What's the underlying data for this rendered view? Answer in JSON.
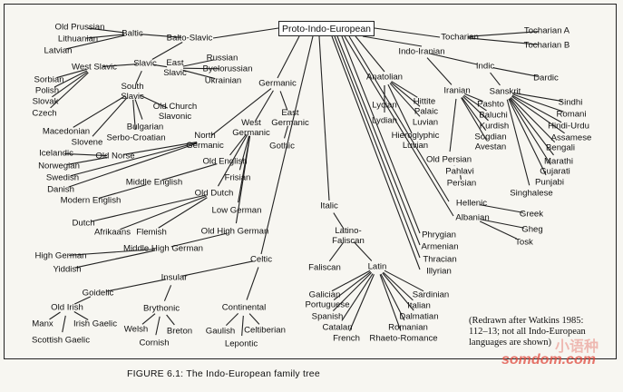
{
  "figure": {
    "root": "Proto-Indo-European",
    "caption": "FIGURE 6.1: The Indo-European family tree",
    "note": "(Redrawn after Watkins 1985:\n112–13; not all Indo-European\nlanguages are shown)",
    "watermark_latin": "somdom.com",
    "watermark_cjk": "小语种"
  },
  "languages": {
    "baltic": "Baltic",
    "balto_slavic": "Balto-Slavic",
    "old_prussian": "Old Prussian",
    "lithuanian": "Lithuanian",
    "latvian": "Latvian",
    "slavic": "Slavic",
    "west_slavic": "West Slavic",
    "east_slavic": "East\nSlavic",
    "russian": "Russian",
    "byelorussian": "Byelorussian",
    "ukrainian": "Ukrainian",
    "sorbian": "Sorbian",
    "polish": "Polish",
    "slovak": "Slovak",
    "czech": "Czech",
    "south_slavic": "South\nSlavic",
    "old_church_slavonic": "Old Church\nSlavonic",
    "macedonian": "Macedonian",
    "bulgarian": "Bulgarian",
    "slovene": "Slovene",
    "serbo_croatian": "Serbo-Croatian",
    "germanic": "Germanic",
    "east_germanic": "East\nGermanic",
    "gothic": "Gothic",
    "north_germanic": "North\nGermanic",
    "west_germanic": "West\nGermanic",
    "icelandic": "Icelandic",
    "old_norse": "Old Norse",
    "norwegian": "Norwegian",
    "swedish": "Swedish",
    "danish": "Danish",
    "old_english": "Old English",
    "middle_english": "Middle English",
    "modern_english": "Modern English",
    "frisian": "Frisian",
    "old_dutch": "Old Dutch",
    "dutch": "Dutch",
    "afrikaans": "Afrikaans",
    "flemish": "Flemish",
    "low_german": "Low German",
    "old_high_german": "Old High German",
    "middle_high_german": "Middle High German",
    "high_german": "High German",
    "yiddish": "Yiddish",
    "celtic": "Celtic",
    "insular": "Insular",
    "goidelic": "Goidelic",
    "old_irish": "Old Irish",
    "manx": "Manx",
    "irish_gaelic": "Irish Gaelic",
    "scottish_gaelic": "Scottish Gaelic",
    "brythonic": "Brythonic",
    "welsh": "Welsh",
    "breton": "Breton",
    "cornish": "Cornish",
    "continental": "Continental",
    "gaulish": "Gaulish",
    "celtiberian": "Celtiberian",
    "lepontic": "Lepontic",
    "italic": "Italic",
    "latino_faliscan": "Latino-\nFaliscan",
    "faliscan": "Faliscan",
    "latin": "Latin",
    "galician": "Galician",
    "portuguese": "Portuguese",
    "spanish": "Spanish",
    "catalan": "Catalan",
    "french": "French",
    "sardinian": "Sardinian",
    "italian": "Italian",
    "dalmatian": "Dalmatian",
    "romanian": "Romanian",
    "rhaeto_romance": "Rhaeto-Romance",
    "tocharian": "Tocharian",
    "tocharian_a": "Tocharian A",
    "tocharian_b": "Tocharian B",
    "indo_iranian": "Indo-Iranian",
    "indic": "Indic",
    "dardic": "Dardic",
    "sanskrit": "Sanskrit",
    "sindhi": "Sindhi",
    "romani": "Romani",
    "hindi_urdu": "Hindi-Urdu",
    "assamese": "Assamese",
    "bengali": "Bengali",
    "marathi": "Marathi",
    "gujarati": "Gujarati",
    "punjabi": "Punjabi",
    "singhalese": "Singhalese",
    "iranian": "Iranian",
    "pashto": "Pashto",
    "baluchi": "Baluchi",
    "kurdish": "Kurdish",
    "sogdian": "Sogdian",
    "avestan": "Avestan",
    "old_persian": "Old Persian",
    "pahlavi": "Pahlavi",
    "persian": "Persian",
    "anatolian": "Anatolian",
    "lycian": "Lycian",
    "lydian": "Lydian",
    "hittite": "Hittite",
    "palaic": "Palaic",
    "luvian": "Luvian",
    "hieroglyphic_luvian": "Hieroglyphic\nLuvian",
    "hellenic": "Hellenic",
    "greek": "Greek",
    "albanian": "Albanian",
    "gheg": "Gheg",
    "tosk": "Tosk",
    "phrygian": "Phrygian",
    "armenian": "Armenian",
    "thracian": "Thracian",
    "illyrian": "Illyrian"
  }
}
